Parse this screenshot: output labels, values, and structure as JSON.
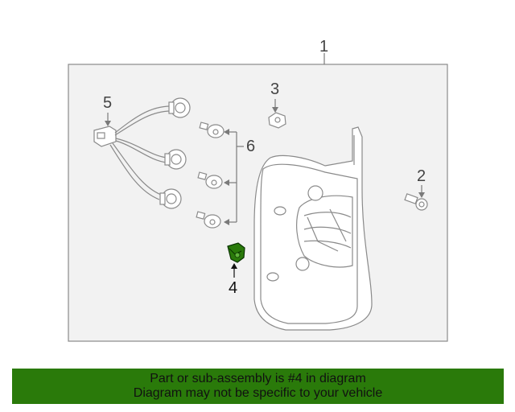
{
  "diagram": {
    "callouts": {
      "c1": "1",
      "c2": "2",
      "c3": "3",
      "c4": "4",
      "c5": "5",
      "c6": "6"
    },
    "highlight_part": "4",
    "highlight_color": "#2a7a0a"
  },
  "banner": {
    "line1": "Part or sub-assembly is #4 in diagram",
    "line2": "Diagram may not be specific to your vehicle",
    "background": "#2a7a0a"
  }
}
